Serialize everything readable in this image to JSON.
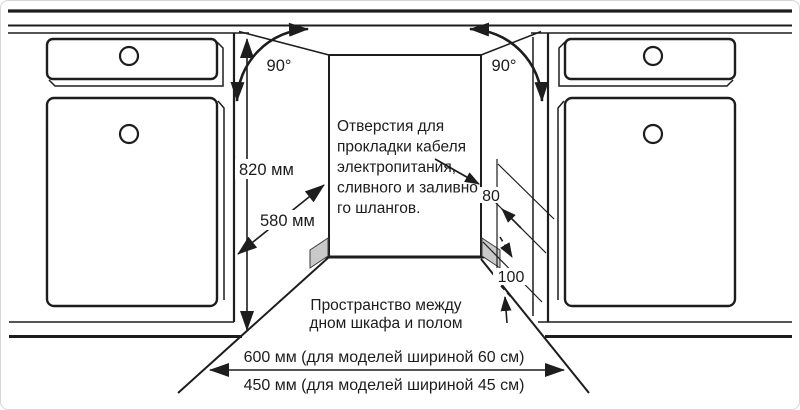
{
  "diagram": {
    "colors": {
      "line": "#1d1d1d",
      "panel_gray": "#c9c9c9",
      "background": "#ffffff",
      "frame_border": "#d6d6d6"
    },
    "angles": {
      "left": "90°",
      "right": "90°"
    },
    "dimensions": {
      "niche_height": "820 мм",
      "niche_depth": "580 мм",
      "hole_offset": "80",
      "floor_offset": "100",
      "width_60": "600 мм (для моделей шириной 60 см)",
      "width_45": "450 мм (для моделей шириной 45 см)"
    },
    "notes": {
      "holes": {
        "line1": "Отверстия для",
        "line2": "прокладки кабеля",
        "line3": "электропитания,",
        "line4": "сливного и заливно",
        "line5": "го шлангов."
      },
      "floor_gap": {
        "line1": "Пространство между",
        "line2": "дном шкафа и полом"
      }
    }
  }
}
